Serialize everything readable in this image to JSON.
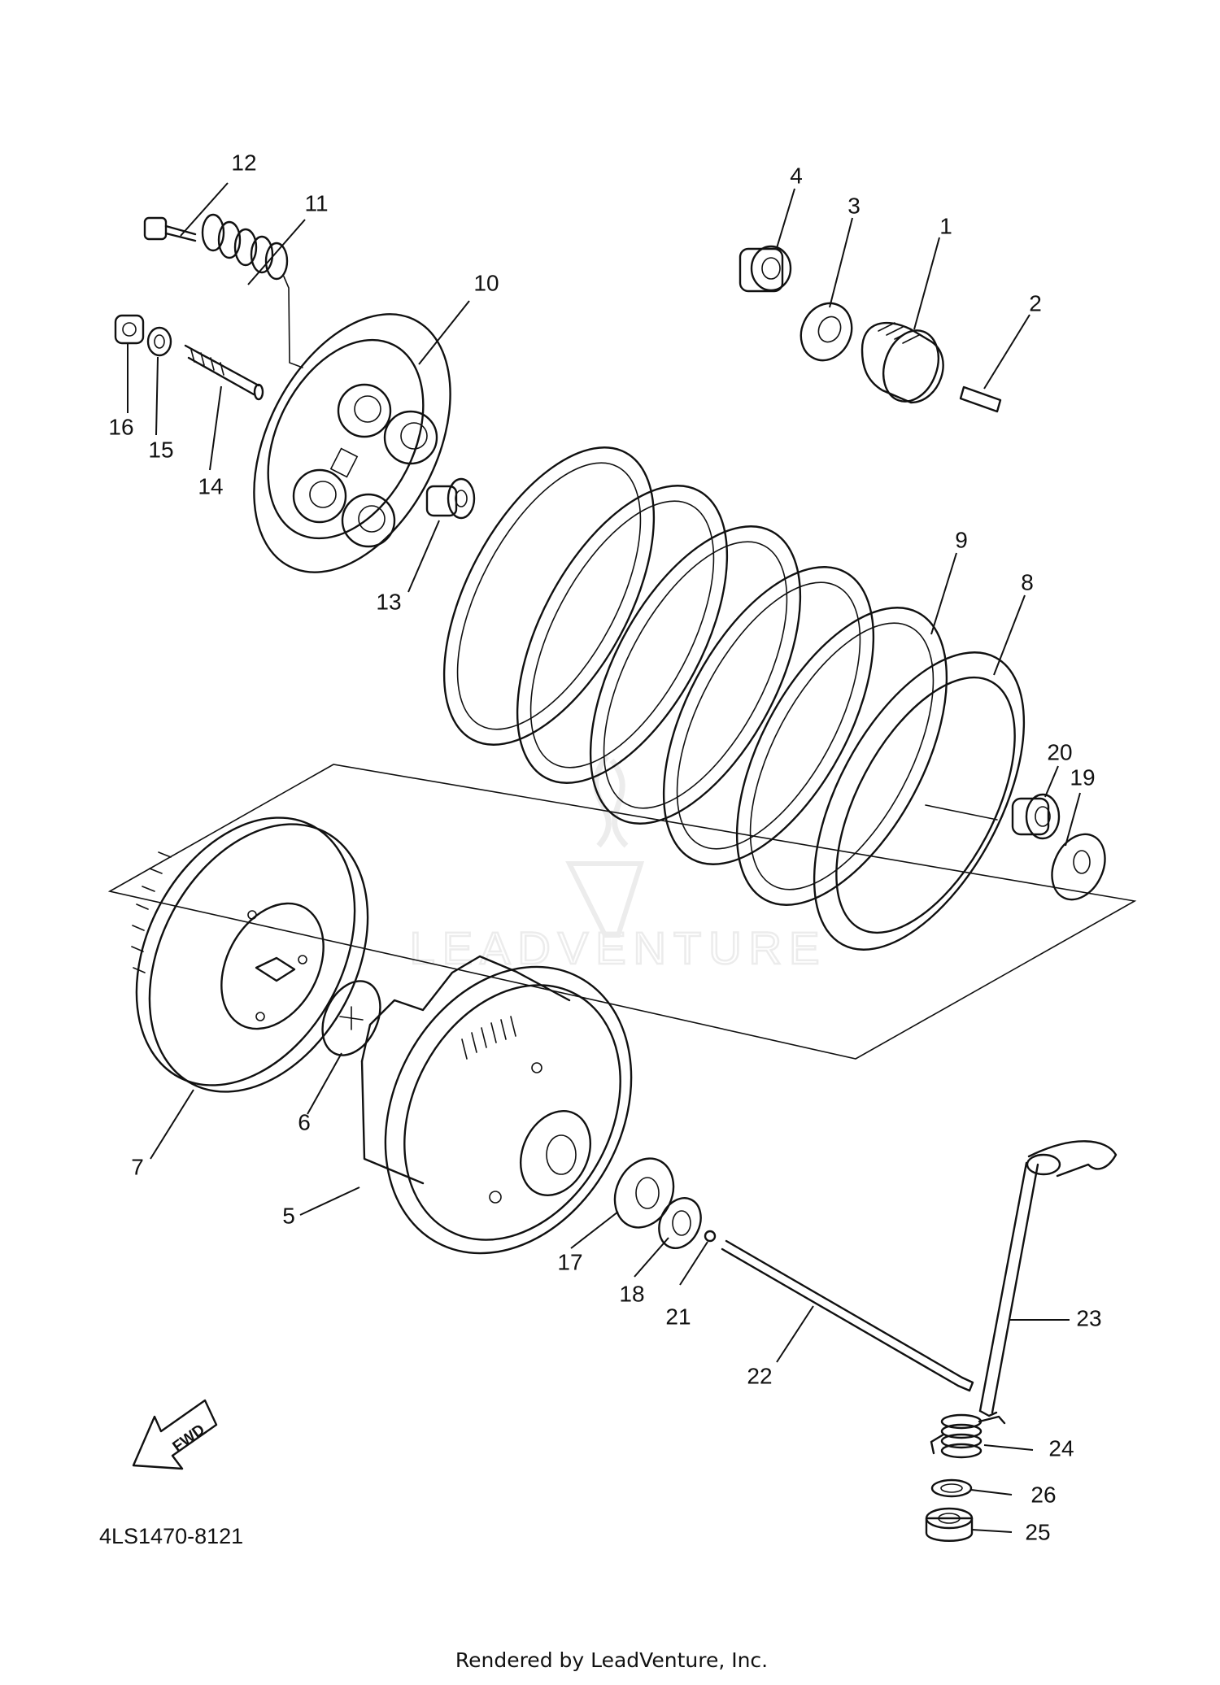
{
  "diagram": {
    "part_code": "4LS1470-8121",
    "fwd_label": "FWD",
    "watermark": "LEADVENTURE",
    "credit": "Rendered by LeadVenture, Inc.",
    "callouts": {
      "c1": "1",
      "c2": "2",
      "c3": "3",
      "c4": "4",
      "c5": "5",
      "c6": "6",
      "c7": "7",
      "c8": "8",
      "c9": "9",
      "c10": "10",
      "c11": "11",
      "c12": "12",
      "c13": "13",
      "c14": "14",
      "c15": "15",
      "c16": "16",
      "c17": "17",
      "c18": "18",
      "c19": "19",
      "c20": "20",
      "c21": "21",
      "c22": "22",
      "c23": "23",
      "c24": "24",
      "c25": "25",
      "c26": "26"
    }
  }
}
